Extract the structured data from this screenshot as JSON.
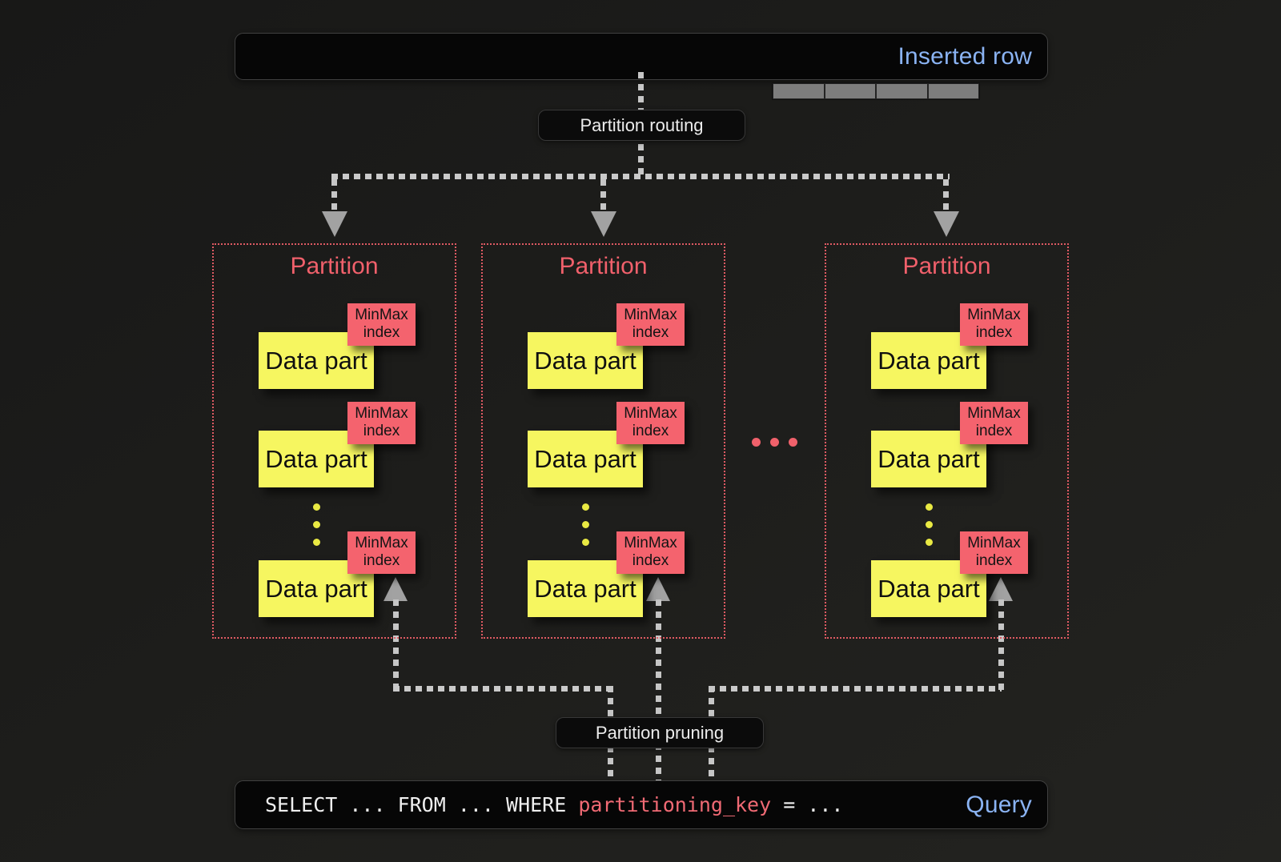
{
  "inserted_row": {
    "label": "Inserted row",
    "segment_count": 4
  },
  "routing": {
    "label": "Partition routing"
  },
  "pruning": {
    "label": "Partition pruning"
  },
  "partitions": [
    {
      "title": "Partition",
      "parts": [
        {
          "label": "Data part",
          "tag": "MinMax index"
        },
        {
          "label": "Data part",
          "tag": "MinMax index"
        },
        {
          "label": "Data part",
          "tag": "MinMax index"
        }
      ]
    },
    {
      "title": "Partition",
      "parts": [
        {
          "label": "Data part",
          "tag": "MinMax index"
        },
        {
          "label": "Data part",
          "tag": "MinMax index"
        },
        {
          "label": "Data part",
          "tag": "MinMax index"
        }
      ]
    },
    {
      "title": "Partition",
      "parts": [
        {
          "label": "Data part",
          "tag": "MinMax index"
        },
        {
          "label": "Data part",
          "tag": "MinMax index"
        },
        {
          "label": "Data part",
          "tag": "MinMax index"
        }
      ]
    }
  ],
  "query": {
    "text_before": "SELECT ... FROM ... WHERE ",
    "keyword": "partitioning_key",
    "text_after": " = ...",
    "label": "Query"
  },
  "colors": {
    "accent_blue": "#8ab3f3",
    "partition_red": "#f0606b",
    "minmax_red": "#f4636e",
    "datapart_yellow": "#f6f660",
    "connector_gray": "#c6c6c6",
    "box_black": "#060606",
    "background": "#1d1d1b"
  }
}
